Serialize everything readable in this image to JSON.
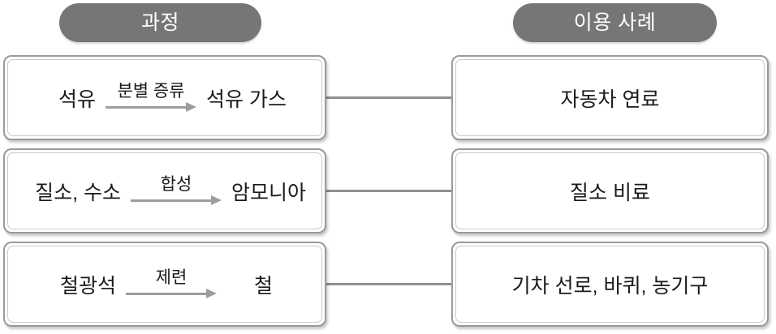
{
  "headers": {
    "process": "과정",
    "use_case": "이용 사례"
  },
  "colors": {
    "pill_background": "#767676",
    "pill_text": "#ffffff",
    "box_border": "#9a9a9a",
    "box_inner_border": "#c9c9c9",
    "box_background": "#ffffff",
    "connector": "#8f8f8f",
    "arrow": "#9d9d9d",
    "text": "#1a1a1a"
  },
  "rows": [
    {
      "reactant": "석유",
      "process_label": "분별 증류",
      "product": "석유 가스",
      "use_case": "자동차 연료"
    },
    {
      "reactant": "질소, 수소",
      "process_label": "합성",
      "product": "암모니아",
      "use_case": "질소 비료"
    },
    {
      "reactant": "철광석",
      "process_label": "제련",
      "product": "철",
      "use_case": "기차 선로, 바퀴, 농기구"
    }
  ]
}
